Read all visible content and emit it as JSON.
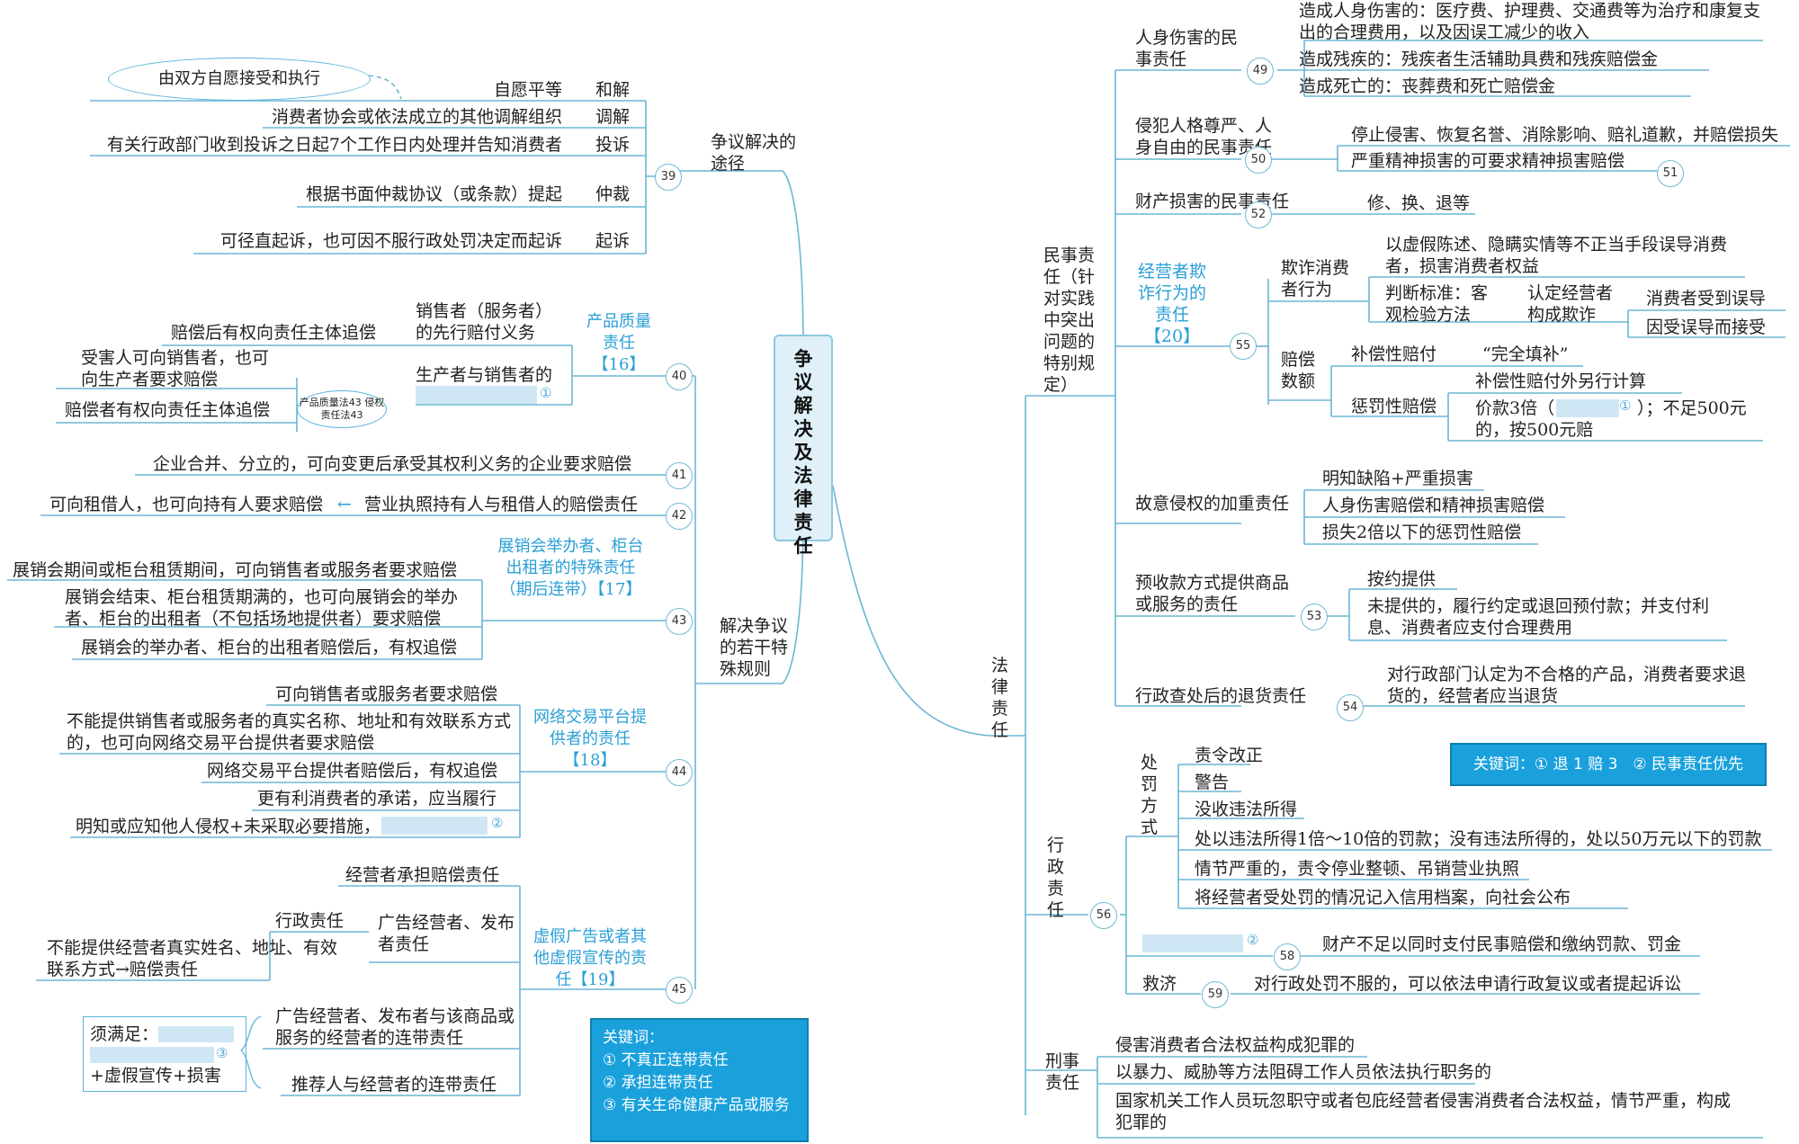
{
  "center": "争议解决及法律责任",
  "left": {
    "b39": {
      "title": "争议解决的途径",
      "num": "39",
      "bubble": "由双方自愿接受和执行",
      "items": [
        {
          "k": "和解",
          "v": "自愿平等"
        },
        {
          "k": "调解",
          "v": "消费者协会或依法成立的其他调解组织"
        },
        {
          "k": "投诉",
          "v": "有关行政部门收到投诉之日起7个工作日内处理并告知消费者"
        },
        {
          "k": "仲裁",
          "v": "根据书面仲裁协议（或条款）提起"
        },
        {
          "k": "起诉",
          "v": "可径直起诉，也可因不服行政处罚决定而起诉"
        }
      ]
    },
    "rules_title": "解决争议的若干特殊规则",
    "b40": {
      "num": "40",
      "title": "产品质量责任【16】",
      "seller": "销售者（服务者）的先行赔付义务",
      "seller_sub": "赔偿后有权向责任主体追偿",
      "producer": "生产者与销售者的",
      "mark": "①",
      "law": "产品质量法43 侵权责任法43",
      "victim": "受害人可向销售者，也可向生产者要求赔偿",
      "payer": "赔偿者有权向责任主体追偿"
    },
    "b41": {
      "num": "41",
      "text": "企业合并、分立的，可向变更后承受其权利义务的企业要求赔偿"
    },
    "b42": {
      "num": "42",
      "text": "营业执照持有人与租借人的赔偿责任",
      "sub": "可向租借人，也可向持有人要求赔偿",
      "arrow": "←"
    },
    "b43": {
      "num": "43",
      "title": "展销会举办者、柜台出租者的特殊责任（期后连带）【17】",
      "items": [
        "展销会期间或柜台租赁期间，可向销售者或服务者要求赔偿",
        "展销会结束、柜台租赁期满的，也可向展销会的举办者、柜台的出租者（不包括场地提供者）要求赔偿",
        "展销会的举办者、柜台的出租者赔偿后，有权追偿"
      ]
    },
    "b44": {
      "num": "44",
      "title": "网络交易平台提供者的责任【18】",
      "items": [
        "可向销售者或服务者要求赔偿",
        "不能提供销售者或服务者的真实名称、地址和有效联系方式的，也可向网络交易平台提供者要求赔偿",
        "网络交易平台提供者赔偿后，有权追偿",
        "更有利消费者的承诺，应当履行",
        "明知或应知他人侵权+未采取必要措施，"
      ],
      "mark": "②"
    },
    "b45": {
      "num": "45",
      "title": "虚假广告或者其他虚假宣传的责任【19】",
      "operator": "经营者承担赔偿责任",
      "adv": "广告经营者、发布者责任",
      "admin": "行政责任",
      "noinfo": "不能提供经营者真实姓名、地址、有效联系方式→赔偿责任",
      "joint": "广告经营者、发布者与该商品或服务的经营者的连带责任",
      "recommender": "推荐人与经营者的连带责任",
      "cond_prefix": "须满足：",
      "cond_mark": "③",
      "cond_suffix": "+虚假宣传+损害"
    },
    "keywords": {
      "title": "关键词：",
      "items": [
        "① 不真正连带责任",
        "② 承担连带责任",
        "③ 有关生命健康产品或服务"
      ]
    }
  },
  "right": {
    "legal": "法律责任",
    "civil": {
      "title": "民事责任（针对实践中突出问题的特别规定）",
      "n49": {
        "num": "49",
        "title": "人身伤害的民事责任",
        "items": [
          "造成人身伤害的：医疗费、护理费、交通费等为治疗和康复支出的合理费用，以及因误工减少的收入",
          "造成残疾的：残疾者生活辅助具费和残疾赔偿金",
          "造成死亡的：丧葬费和死亡赔偿金"
        ]
      },
      "n50": {
        "num": "50",
        "title": "侵犯人格尊严、人身自由的民事责任",
        "items": [
          "停止侵害、恢复名誉、消除影响、赔礼道歉，并赔偿损失",
          "严重精神损害的可要求精神损害赔偿"
        ],
        "num2": "51"
      },
      "n52": {
        "num": "52",
        "title": "财产损害的民事责任",
        "text": "修、换、退等"
      },
      "n55": {
        "num": "55",
        "title": "经营者欺诈行为的责任【20】",
        "fraud": "欺诈消费者行为",
        "fraud_def": "以虚假陈述、隐瞒实情等不正当手段误导消费者，损害消费者权益",
        "std": "判断标准：客观检验方法",
        "std_res": "认定经营者构成欺诈",
        "std_a": "消费者受到误导",
        "std_b": "因受误导而接受",
        "comp": "赔偿数额",
        "comp1": "补偿性赔付",
        "comp1v": "“完全填补”",
        "comp2": "惩罚性赔偿",
        "comp2a": "补偿性赔付外另行计算",
        "comp2b_pre": "价款3倍（",
        "comp2b_mark": "①",
        "comp2b_post": "）；不足500元的，按500元赔"
      },
      "aggr": {
        "title": "故意侵权的加重责任",
        "items": [
          "明知缺陷+严重损害",
          "人身伤害赔偿和精神损害赔偿",
          "损失2倍以下的惩罚性赔偿"
        ]
      },
      "n53": {
        "num": "53",
        "title": "预收款方式提供商品或服务的责任",
        "items": [
          "按约提供",
          "未提供的，履行约定或退回预付款；并支付利息、消费者应支付合理费用"
        ]
      },
      "n54": {
        "num": "54",
        "title": "行政查处后的退货责任",
        "text": "对行政部门认定为不合格的产品，消费者要求退货的，经营者应当退货"
      }
    },
    "admin": {
      "title": "行政责任",
      "num": "56",
      "pen": "处罚方式",
      "pen_items": [
        "责令改正",
        "警告",
        "没收违法所得",
        "处以违法所得1倍～10倍的罚款；没有违法所得的，处以50万元以下的罚款",
        "情节严重的，责令停业整顿、吊销营业执照",
        "将经营者受处罚的情况记入信用档案，向社会公布"
      ],
      "n58": "58",
      "mark58": "②",
      "n58_text": "财产不足以同时支付民事赔偿和缴纳罚款、罚金",
      "relief": "救济",
      "n59": "59",
      "n59_text": "对行政处罚不服的，可以依法申请行政复议或者提起诉讼",
      "keywords": "关键词：① 退 1 赔 3　② 民事责任优先"
    },
    "criminal": {
      "title": "刑事责任",
      "items": [
        "侵害消费者合法权益构成犯罪的",
        "以暴力、威胁等方法阻碍工作人员依法执行职务的",
        "国家机关工作人员玩忽职守或者包庇经营者侵害消费者合法权益，情节严重，构成犯罪的"
      ]
    }
  }
}
